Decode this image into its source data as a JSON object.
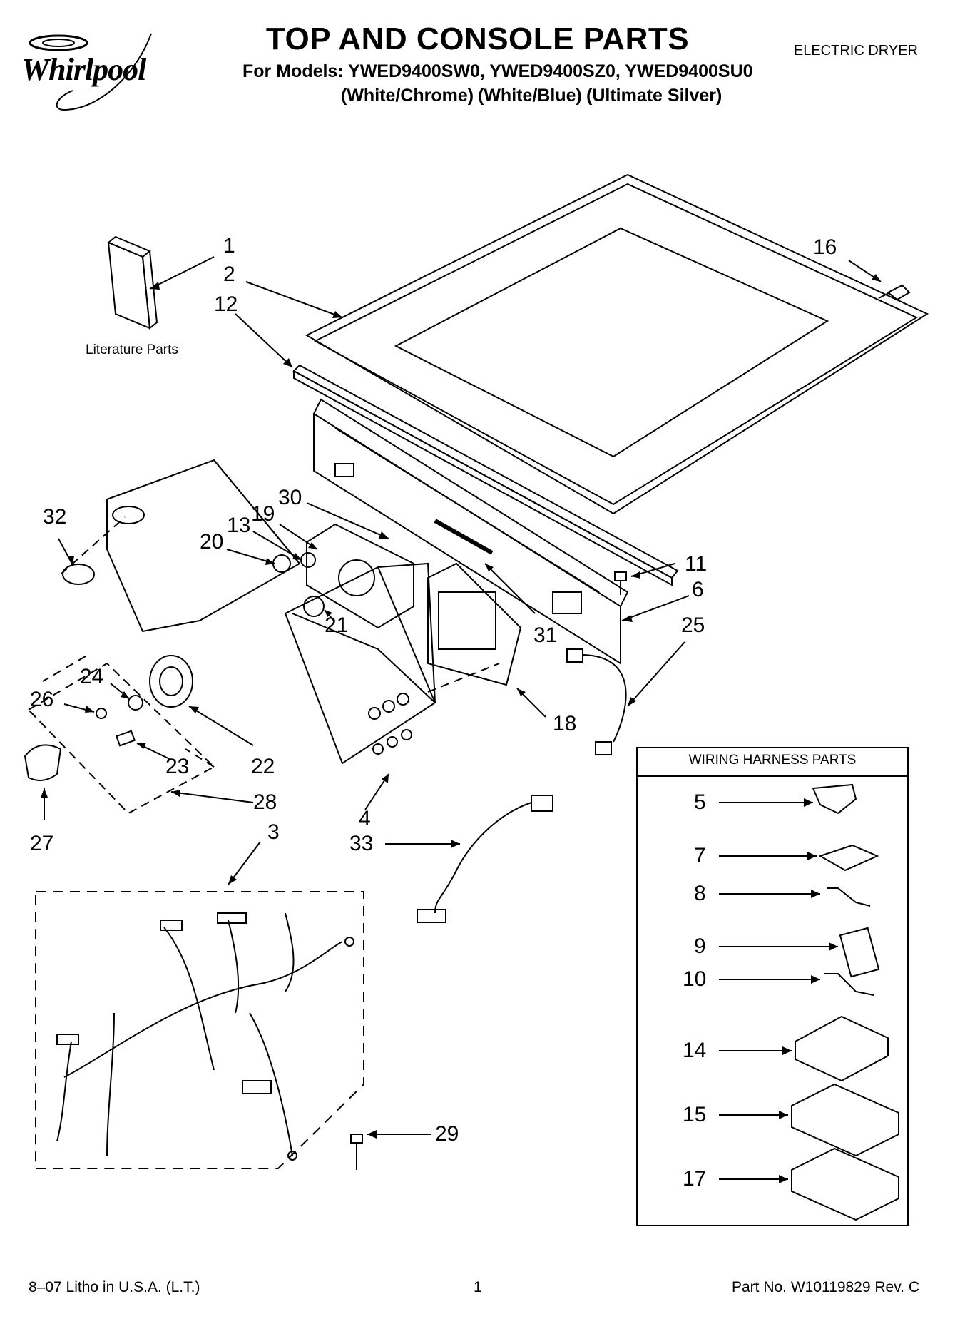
{
  "header": {
    "brand": "Whirlpool",
    "title": "TOP AND CONSOLE PARTS",
    "models_line": "For Models: YWED9400SW0, YWED9400SZ0, YWED9400SU0",
    "color_variants": [
      "(White/Chrome)",
      "(White/Blue)",
      "(Ultimate Silver)"
    ],
    "product_type": "ELECTRIC DRYER"
  },
  "labels": {
    "literature_parts": "Literature Parts",
    "wiring_harness_parts": "WIRING HARNESS PARTS"
  },
  "callouts": [
    "1",
    "2",
    "12",
    "16",
    "32",
    "30",
    "19",
    "13",
    "20",
    "11",
    "6",
    "25",
    "21",
    "31",
    "24",
    "26",
    "22",
    "23",
    "18",
    "28",
    "27",
    "4",
    "3",
    "33",
    "29",
    "5",
    "7",
    "8",
    "9",
    "10",
    "14",
    "15",
    "17"
  ],
  "footer": {
    "litho": "8–07 Litho in U.S.A. (L.T.)",
    "page_number": "1",
    "part_number": "Part No. W10119829 Rev. C"
  }
}
